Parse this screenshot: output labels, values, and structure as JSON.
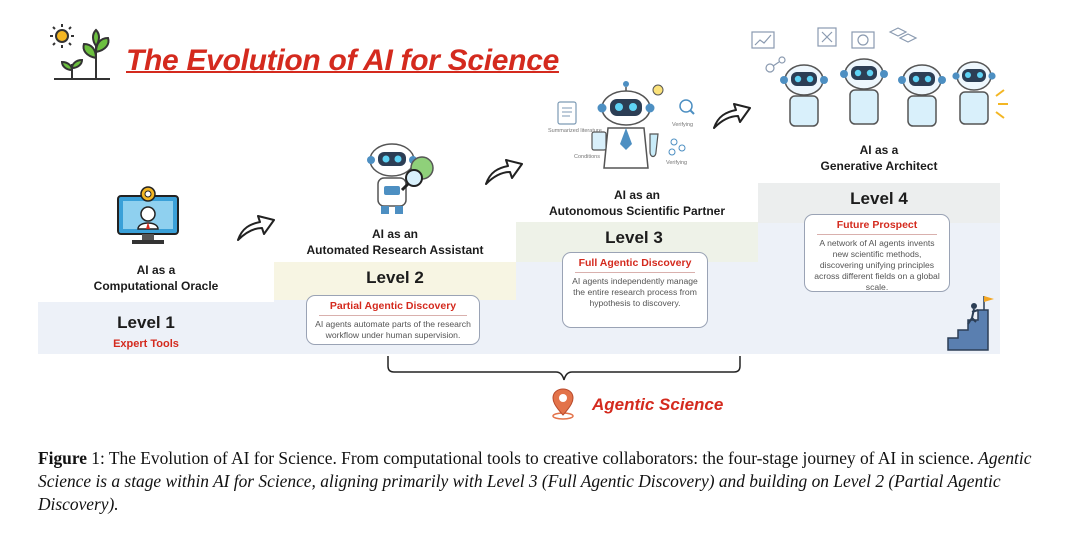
{
  "title": "The Evolution of AI for Science",
  "levels": [
    {
      "role_line1": "AI as a",
      "role_line2": "Computational Oracle",
      "level": "Level 1",
      "subtitle": "Expert Tools"
    },
    {
      "role_line1": "AI as an",
      "role_line2": "Automated Research Assistant",
      "level": "Level 2",
      "card_title": "Partial Agentic Discovery",
      "card_desc": "AI agents automate parts of the research workflow under human supervision."
    },
    {
      "role_line1": "AI as an",
      "role_line2": "Autonomous Scientific Partner",
      "level": "Level 3",
      "card_title": "Full Agentic Discovery",
      "card_desc": "AI agents independently manage the entire research process from hypothesis to discovery."
    },
    {
      "role_line1": "AI as a",
      "role_line2": "Generative Architect",
      "level": "Level 4",
      "card_title": "Future Prospect",
      "card_desc": "A network of AI agents invents new scientific methods, discovering unifying principles across different fields on a global scale."
    }
  ],
  "icon_labels": {
    "summarized_literature": "Summarized literature",
    "conditions": "Conditions",
    "verifying_1": "Verifying",
    "verifying_2": "Verifying"
  },
  "agentic_label": "Agentic Science",
  "caption": {
    "fig_label": "Figure",
    "fig_num": " 1: ",
    "plain": "The Evolution of AI for Science. From computational tools to creative collaborators: the four-stage journey of AI in science. ",
    "italic": "Agentic Science is a stage within AI for Science, aligning primarily with Level 3 (Full Agentic Discovery) and building on Level 2 (Partial Agentic Discovery)."
  },
  "colors": {
    "accent_red": "#d42a1e",
    "step_blue": "#edf1f8",
    "robot_blue": "#4d8fc2"
  }
}
